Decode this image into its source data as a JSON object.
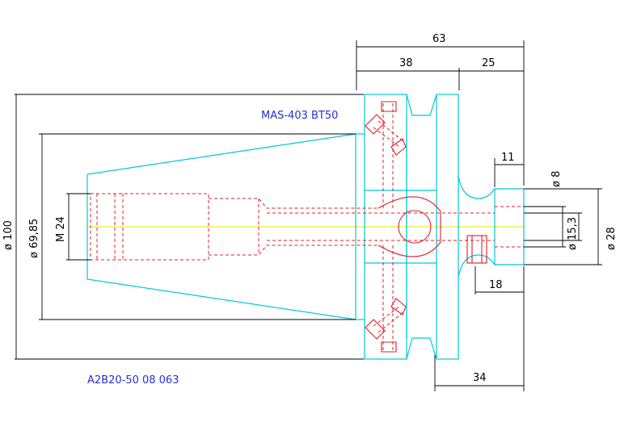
{
  "labels": {
    "part_title": "MAS-403  BT50",
    "part_number": "A2B20-50 08 063"
  },
  "dimensions": {
    "overall_length": "63",
    "taper_length": "38",
    "nose_length": "25",
    "flange_offset": "34",
    "screw_depth": "18",
    "bore_depth": "11",
    "dia_flange": "ø 100",
    "dia_taper": "ø 69,85",
    "thread": "M 24",
    "dia_bore": "ø 8",
    "dia_pilot": "ø 15,3",
    "dia_nose": "ø 28"
  },
  "colors": {
    "outline": "#00c8d8",
    "hidden": "#e0202a",
    "centerline": "#e8e800",
    "label": "#2b2bd6",
    "dimension": "#000000"
  }
}
